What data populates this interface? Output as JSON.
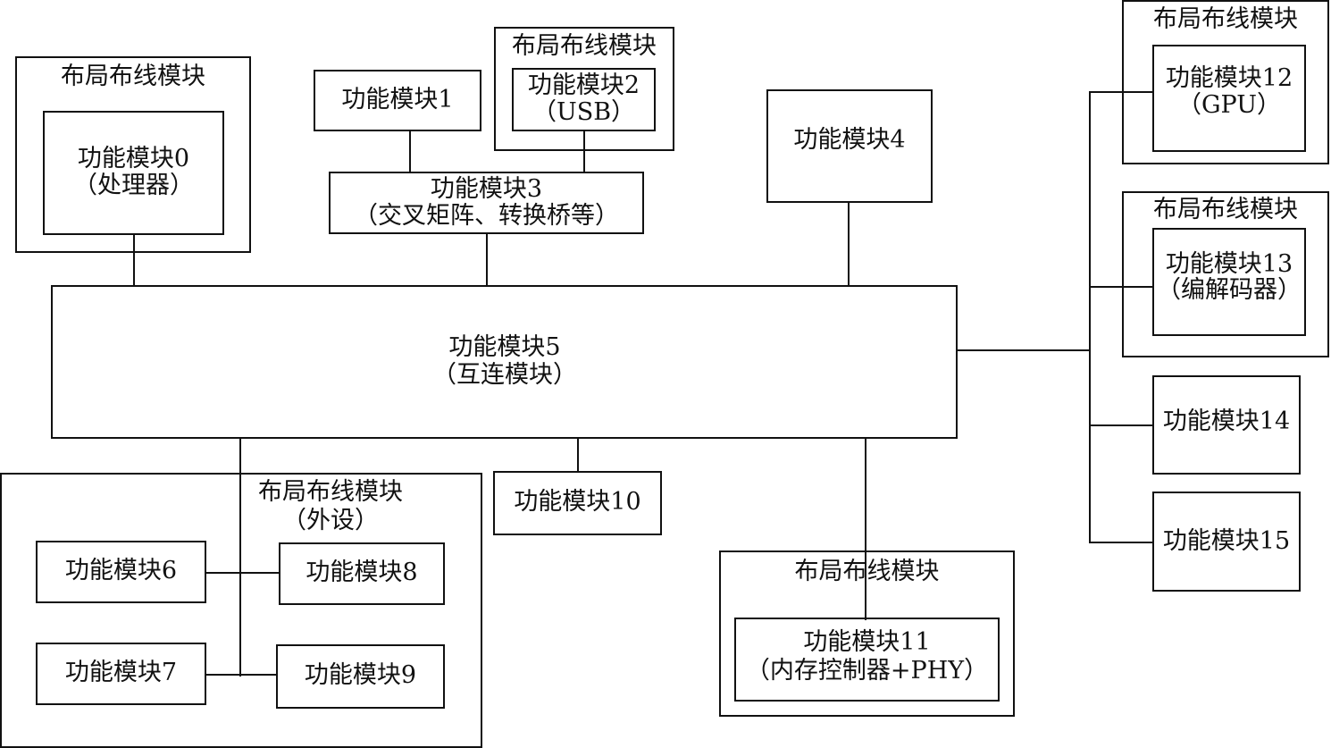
{
  "diagram": {
    "containers": {
      "c0": "布局布线模块",
      "c2": "布局布线模块",
      "c12": "布局布线模块",
      "c13": "布局布线模块",
      "c_periph": [
        "布局布线模块",
        "（外设）"
      ],
      "c11": "布局布线模块"
    },
    "modules": {
      "m0": [
        "功能模块0",
        "（处理器）"
      ],
      "m1": [
        "功能模块1"
      ],
      "m2": [
        "功能模块2",
        "（USB）"
      ],
      "m3": [
        "功能模块3",
        "（交叉矩阵、转换桥等）"
      ],
      "m4": [
        "功能模块4"
      ],
      "m5": [
        "功能模块5",
        "（互连模块）"
      ],
      "m6": [
        "功能模块6"
      ],
      "m7": [
        "功能模块7"
      ],
      "m8": [
        "功能模块8"
      ],
      "m9": [
        "功能模块9"
      ],
      "m10": [
        "功能模块10"
      ],
      "m11": [
        "功能模块11",
        "（内存控制器+PHY）"
      ],
      "m12": [
        "功能模块12",
        "（GPU）"
      ],
      "m13": [
        "功能模块13",
        "（编解码器）"
      ],
      "m14": [
        "功能模块14"
      ],
      "m15": [
        "功能模块15"
      ]
    }
  }
}
